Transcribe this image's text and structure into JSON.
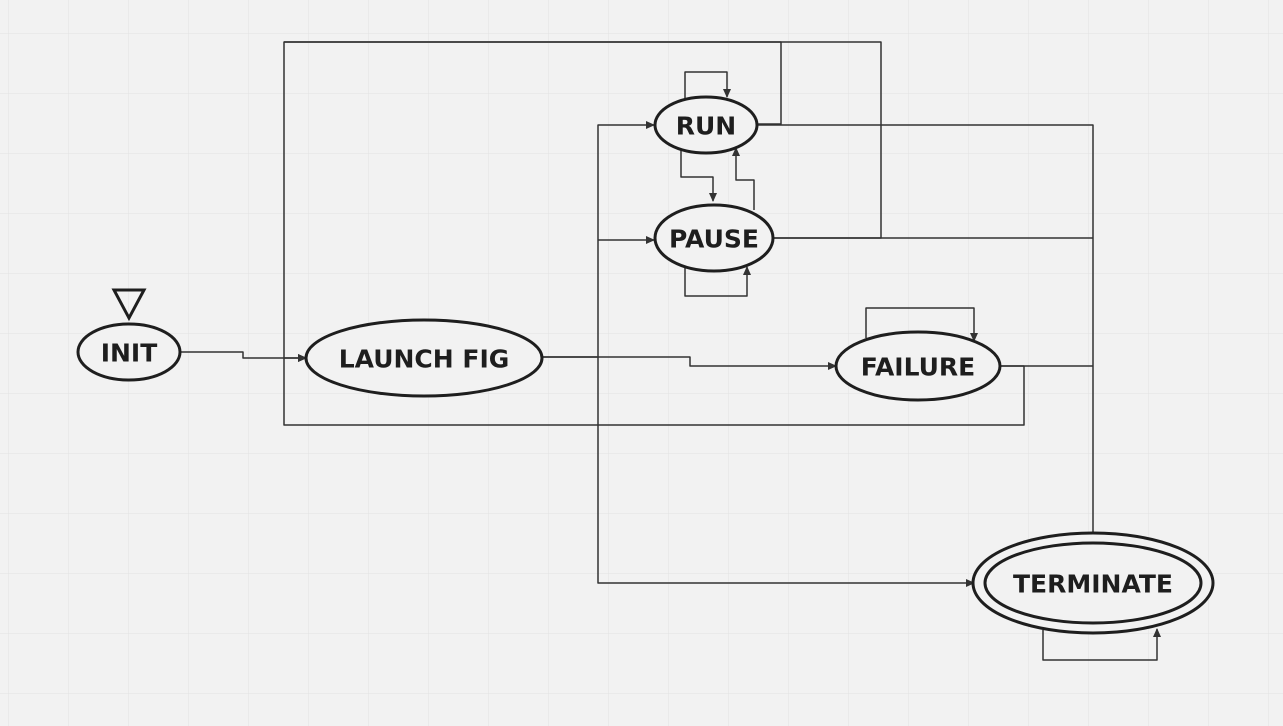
{
  "diagram": {
    "type": "state-machine",
    "colors": {
      "background": "#f2f2f2",
      "grid": "#e2e2e2",
      "stroke": "#1e1e1e",
      "edge": "#333333"
    },
    "nodes": {
      "init": {
        "label": "INIT",
        "initial": true
      },
      "launch_fig": {
        "label": "LAUNCH FIG"
      },
      "run": {
        "label": "RUN"
      },
      "pause": {
        "label": "PAUSE"
      },
      "failure": {
        "label": "FAILURE"
      },
      "terminate": {
        "label": "TERMINATE",
        "final": true
      }
    },
    "edges": [
      {
        "from": "INIT",
        "to": "LAUNCH FIG"
      },
      {
        "from": "LAUNCH FIG",
        "to": "RUN"
      },
      {
        "from": "LAUNCH FIG",
        "to": "PAUSE"
      },
      {
        "from": "LAUNCH FIG",
        "to": "FAILURE"
      },
      {
        "from": "LAUNCH FIG",
        "to": "TERMINATE"
      },
      {
        "from": "RUN",
        "to": "RUN"
      },
      {
        "from": "RUN",
        "to": "PAUSE"
      },
      {
        "from": "RUN",
        "to": "LAUNCH FIG"
      },
      {
        "from": "RUN",
        "to": "TERMINATE"
      },
      {
        "from": "PAUSE",
        "to": "RUN"
      },
      {
        "from": "PAUSE",
        "to": "PAUSE"
      },
      {
        "from": "PAUSE",
        "to": "LAUNCH FIG"
      },
      {
        "from": "PAUSE",
        "to": "TERMINATE"
      },
      {
        "from": "FAILURE",
        "to": "FAILURE"
      },
      {
        "from": "FAILURE",
        "to": "LAUNCH FIG"
      },
      {
        "from": "FAILURE",
        "to": "TERMINATE"
      },
      {
        "from": "TERMINATE",
        "to": "TERMINATE"
      }
    ]
  }
}
